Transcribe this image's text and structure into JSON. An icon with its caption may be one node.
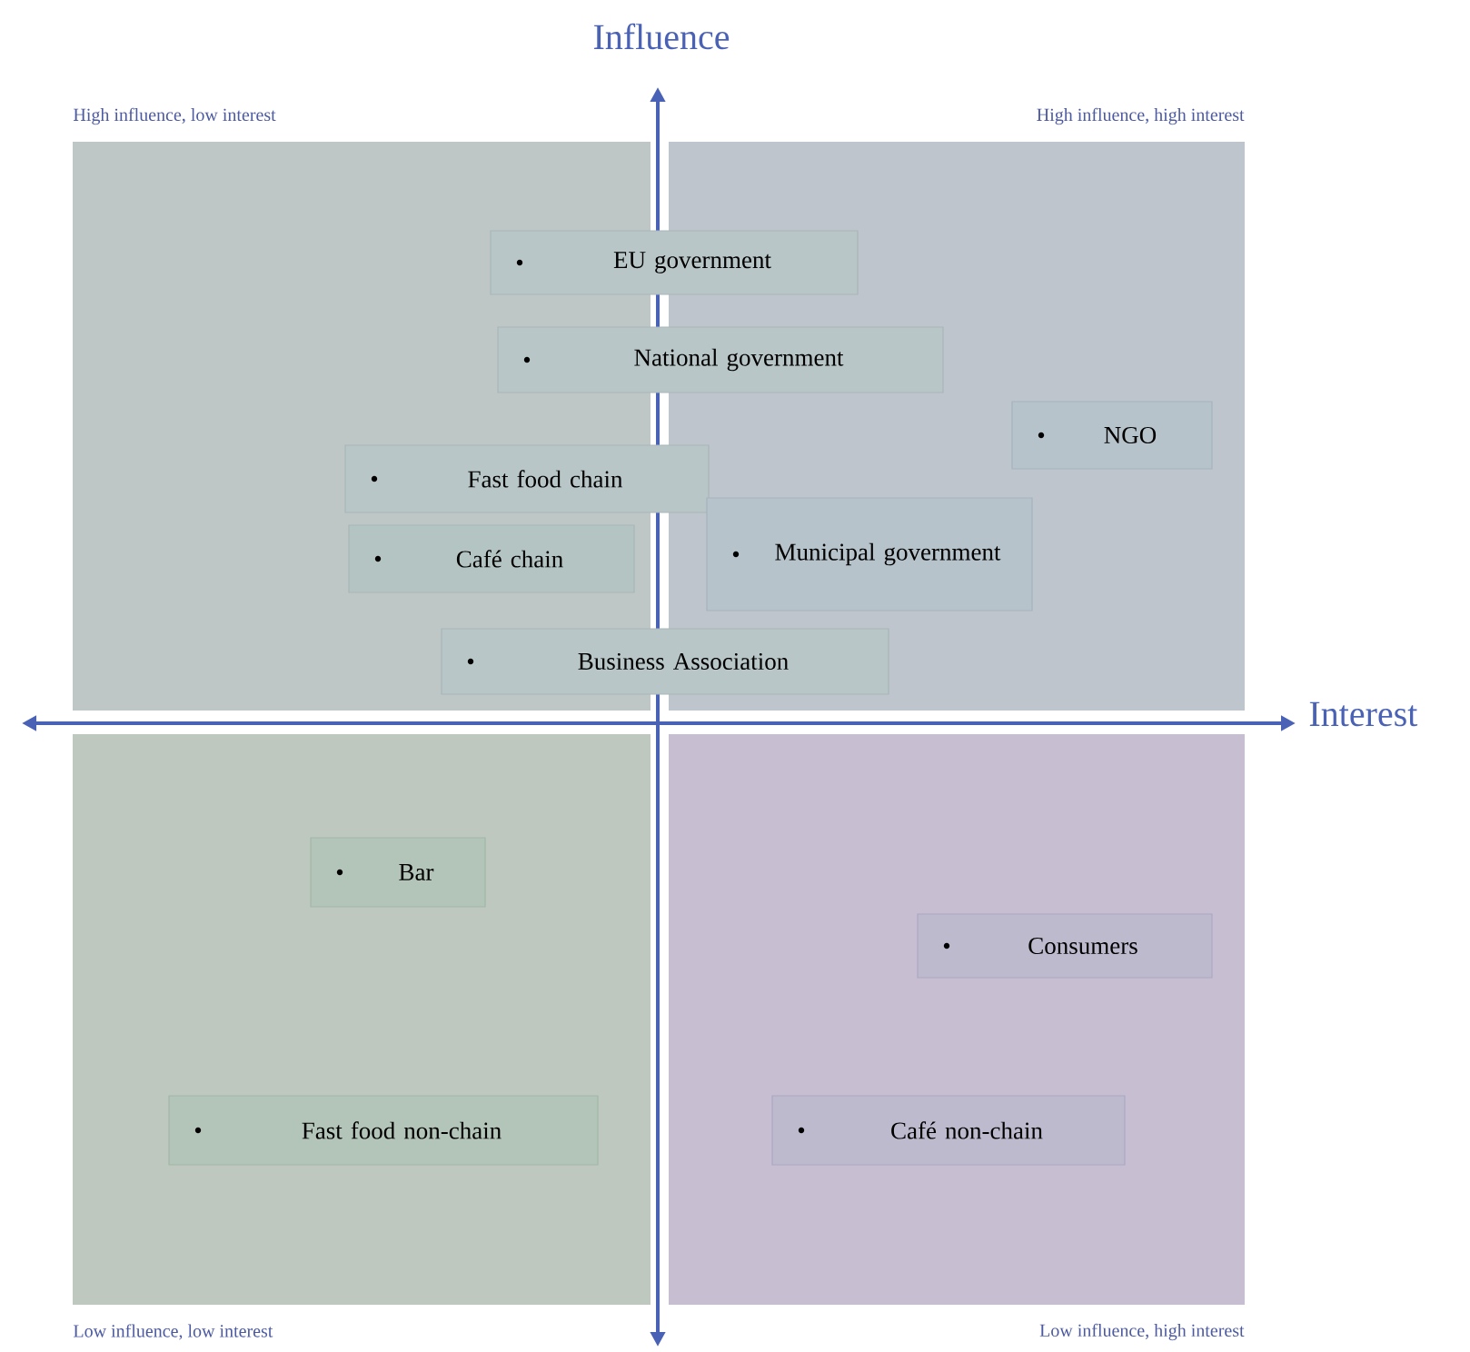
{
  "diagram": {
    "nodes": [
      {
        "text": [
          "High influence, low interest"
        ]
      },
      {
        "text": [
          "High influence, high interest"
        ]
      },
      {
        "text": [
          "Low influence, low interest"
        ]
      },
      {
        "text": [
          "Low influence, high interest"
        ]
      },
      {
        "text": [
          "EU government"
        ]
      },
      {
        "text": [
          "National government"
        ]
      },
      {
        "text": [
          "NGO"
        ],
        "in": 1
      },
      {
        "text": [
          "Fast food chain"
        ]
      },
      {
        "text": [
          "Café chain"
        ],
        "in": 0
      },
      {
        "text": [
          "Municipal government"
        ],
        "in": 1
      },
      {
        "text": [
          "Business Association"
        ]
      },
      {
        "text": [
          "Bar"
        ],
        "in": 2
      },
      {
        "text": [
          "Consumers"
        ],
        "in": 3
      },
      {
        "text": [
          "Fast food non-chain"
        ],
        "in": 2
      },
      {
        "text": [
          "Café non-chain"
        ],
        "in": 3
      }
    ],
    "labels": [
      "Influence",
      "Interest"
    ]
  }
}
